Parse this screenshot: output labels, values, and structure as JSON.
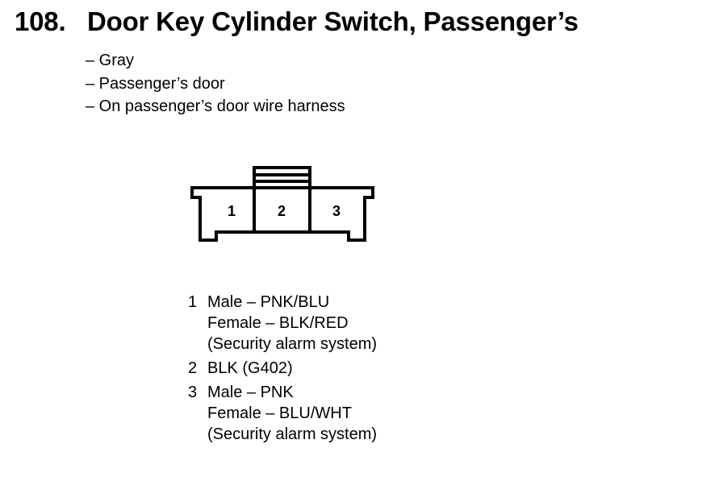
{
  "header": {
    "number": "108.",
    "title": "Door Key Cylinder Switch, Passenger’s"
  },
  "info": [
    "– Gray",
    "– Passenger’s door",
    "– On passenger’s door wire harness"
  ],
  "connector": {
    "pins": [
      "1",
      "2",
      "3"
    ]
  },
  "pin_descriptions": [
    {
      "num": "1",
      "lines": [
        "Male – PNK/BLU",
        "Female – BLK/RED",
        "(Security alarm system)"
      ]
    },
    {
      "num": "2",
      "lines": [
        "BLK (G402)"
      ]
    },
    {
      "num": "3",
      "lines": [
        "Male – PNK",
        "Female – BLU/WHT",
        "(Security alarm system)"
      ]
    }
  ]
}
